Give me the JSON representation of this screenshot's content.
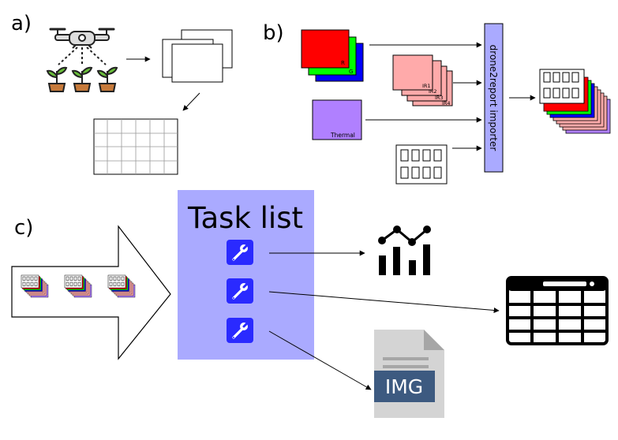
{
  "panels": {
    "a": "a)",
    "b": "b)",
    "c": "c)"
  },
  "channels": {
    "r": "R",
    "g": "G",
    "ir": [
      "IR1",
      "IR2",
      "IR3",
      "IR4"
    ],
    "thermal": "Thermal"
  },
  "importer_label": "drone2report importer",
  "task_list_title": "Task list",
  "file_badge": "IMG",
  "colors": {
    "red": "#ff0000",
    "green": "#00ff00",
    "blue": "#0000ff",
    "ir_pink": "#ffaaaa",
    "thermal": "#b080ff",
    "importer": "#aaaaff",
    "task_bg": "#aaaaff",
    "task_button": "#2a2aff",
    "file_gray": "#d4d4d4",
    "img_band": "#3d5a80"
  },
  "icons": {
    "drone": "drone-spraying-plants-icon",
    "task_tool": "wrench-icon",
    "chart": "line-bar-chart-icon",
    "table": "table-icon",
    "file": "image-file-icon"
  }
}
